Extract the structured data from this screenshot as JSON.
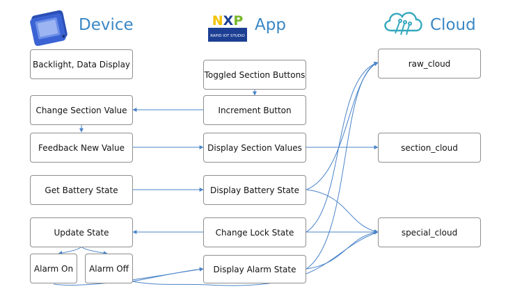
{
  "headers": {
    "device": "Device",
    "app": "App",
    "cloud": "Cloud"
  },
  "logo": {
    "nxp_text": "NXP",
    "studio_text": "RAPID IOT STUDIO"
  },
  "device": {
    "backlight": "Backlight, Data Display",
    "change_section": "Change Section Value",
    "feedback": "Feedback New Value",
    "battery": "Get Battery State",
    "update_state": "Update State",
    "alarm_on": "Alarm On",
    "alarm_off": "Alarm Off"
  },
  "app": {
    "toggled_buttons": "Toggled Section Buttons",
    "increment": "Increment Button",
    "display_values": "Display Section Values",
    "display_battery": "Display Battery State",
    "change_lock": "Change Lock State",
    "display_alarm": "Display Alarm State"
  },
  "cloud": {
    "raw": "raw_cloud",
    "section": "section_cloud",
    "special": "special_cloud"
  },
  "colors": {
    "accent": "#3a87c5",
    "line": "#4a83c8",
    "nxp_blue": "#1c3f94",
    "nxp_yellow": "#f2c200",
    "nxp_green": "#78b829"
  }
}
